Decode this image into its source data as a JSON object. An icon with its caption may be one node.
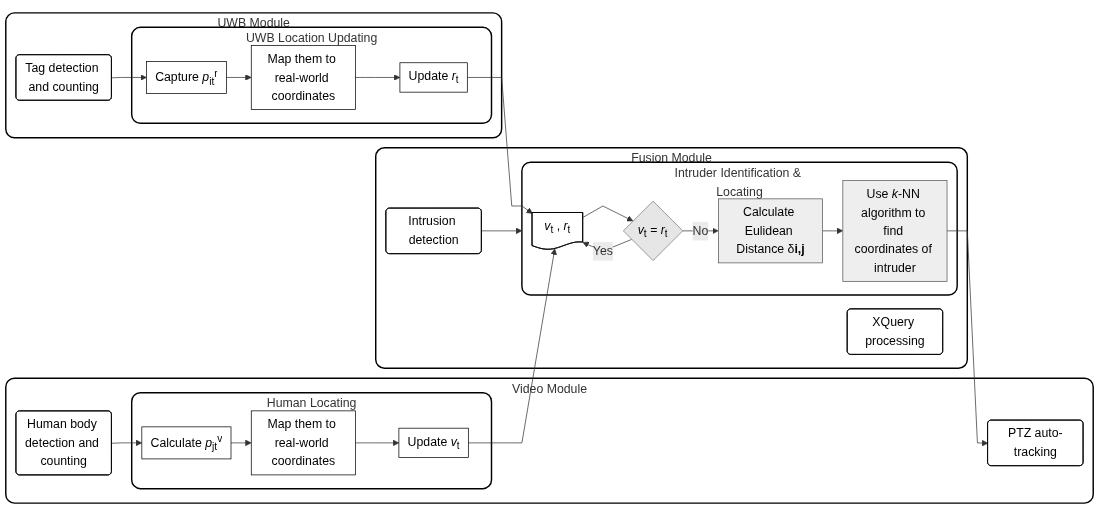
{
  "diagram": {
    "nodes": [
      {
        "text": [
          "UWB Module"
        ]
      },
      {
        "text": [
          "Tag detection and counting"
        ],
        "in": 0
      },
      {
        "text": [
          "UWB Location Updating"
        ],
        "in": 0
      },
      {
        "text": [
          "Capture *p*$_{it}$$^{r}$"
        ],
        "in": 2
      },
      {
        "text": [
          "Map them to real-world coordinates"
        ],
        "in": 2
      },
      {
        "text": [
          "Update *r*$_{t}$"
        ],
        "in": 2
      },
      {
        "text": [
          "Video Module"
        ]
      },
      {
        "text": [
          "Human body detection and counting"
        ],
        "in": 6
      },
      {
        "text": [
          "Human Locating"
        ],
        "in": 6
      },
      {
        "text": [
          "Calculate *p*$_{jt}$$^{v}$"
        ],
        "in": 8
      },
      {
        "text": [
          "Map them to real-world coordinates"
        ],
        "in": 8
      },
      {
        "text": [
          "Update *v*$_{t}$"
        ],
        "in": 8
      },
      {
        "text": [
          "PTZ auto-tracking"
        ],
        "in": 6
      },
      {
        "text": [
          "Fusion Module"
        ]
      },
      {
        "text": [
          "Intrusion detection"
        ],
        "in": 13
      },
      {
        "text": [
          "XQuery processing"
        ],
        "in": 13
      },
      {
        "text": [
          "Intruder Identification & Locating"
        ],
        "in": 13
      },
      {
        "text": [
          "*v*$_{t}$ , *r*$_{t}$"
        ],
        "in": 16
      },
      {
        "text": [
          "*v*$_{t}$ = *r*$_{t}$"
        ],
        "in": 16
      },
      {
        "text": [
          "Calculate Eulidean Distance δ**i,j**"
        ],
        "in": 16
      },
      {
        "text": [
          "Use *k*-NN algorithm to find coordinates of intruder"
        ],
        "in": 16
      }
    ],
    "edges": [
      {
        "from": 1,
        "to": 3,
        "arrow": "to"
      },
      {
        "from": 3,
        "to": 4,
        "arrow": "to"
      },
      {
        "from": 4,
        "to": 5,
        "arrow": "to"
      },
      {
        "from": 7,
        "to": 9,
        "arrow": "to"
      },
      {
        "from": 9,
        "to": 10,
        "arrow": "to"
      },
      {
        "from": 10,
        "to": 11,
        "arrow": "to"
      },
      {
        "from": 5,
        "to": 17,
        "arrow": "to"
      },
      {
        "from": 11,
        "to": 17,
        "arrow": "to"
      },
      {
        "from": 14,
        "to": 16,
        "arrow": "to"
      },
      {
        "from": 17,
        "to": 18,
        "arrow": "to"
      },
      {
        "from": 18,
        "to": 17,
        "label": "Yes",
        "arrow": "to"
      },
      {
        "from": 18,
        "to": 19,
        "label": "No",
        "arrow": "to"
      },
      {
        "from": 19,
        "to": 20,
        "arrow": "to"
      },
      {
        "from": 20,
        "to": 12,
        "arrow": "to"
      }
    ]
  }
}
